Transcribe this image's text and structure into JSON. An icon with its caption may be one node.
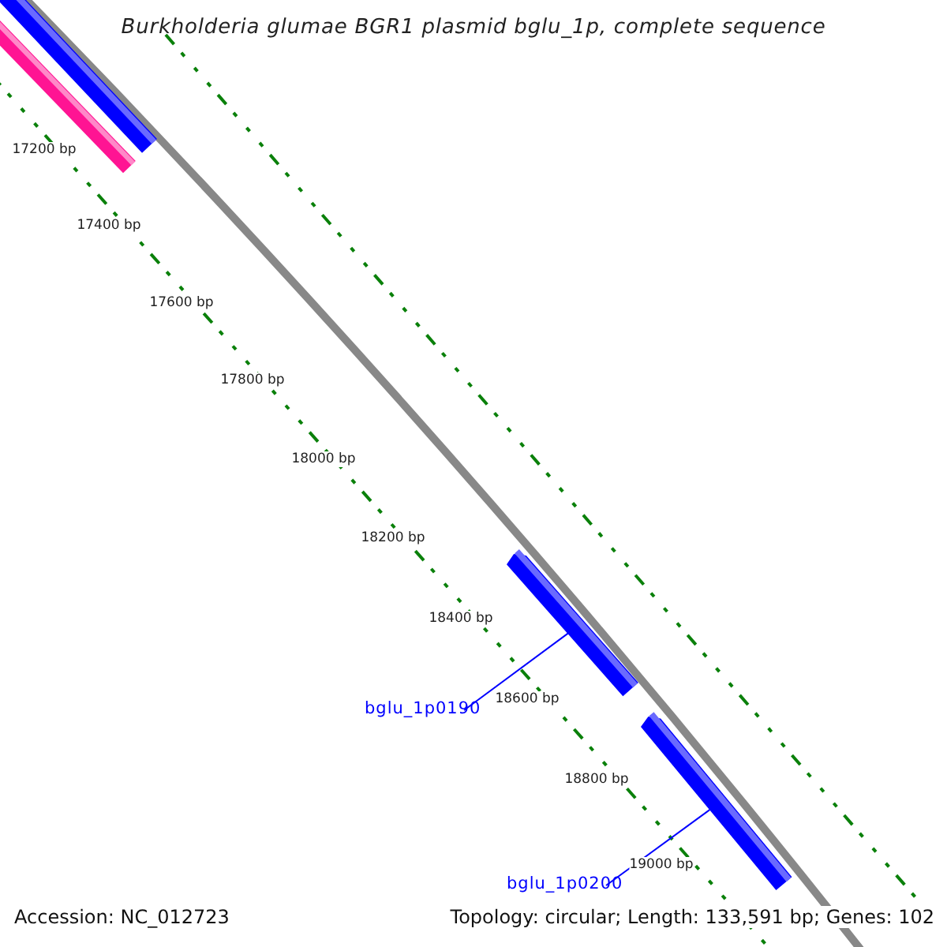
{
  "diagram": {
    "title": "Burkholderia glumae BGR1 plasmid bglu_1p, complete sequence",
    "nodes": [
      {
        "text": [],
        "shape": "bar"
      },
      {
        "text": [],
        "shape": "bar"
      },
      {
        "text": [
          "bglu_1p0190"
        ]
      },
      {
        "text": [],
        "shape": "bar"
      },
      {
        "text": [
          "bglu_1p0200"
        ]
      },
      {
        "text": [],
        "shape": "bar"
      }
    ],
    "edges": [
      {
        "from": 2,
        "to": 3,
        "arrow": "none",
        "color": "#0000ff"
      },
      {
        "from": 4,
        "to": 5,
        "arrow": "none",
        "color": "#0000ff"
      }
    ],
    "labels": [
      "17200 bp",
      "17400 bp",
      "17600 bp",
      "17800 bp",
      "18000 bp",
      "18200 bp",
      "18400 bp",
      "18600 bp",
      "18800 bp",
      "19000 bp",
      "Accession: NC_012723",
      "Topology: circular; Length: 133,591 bp; Genes: 102"
    ]
  }
}
